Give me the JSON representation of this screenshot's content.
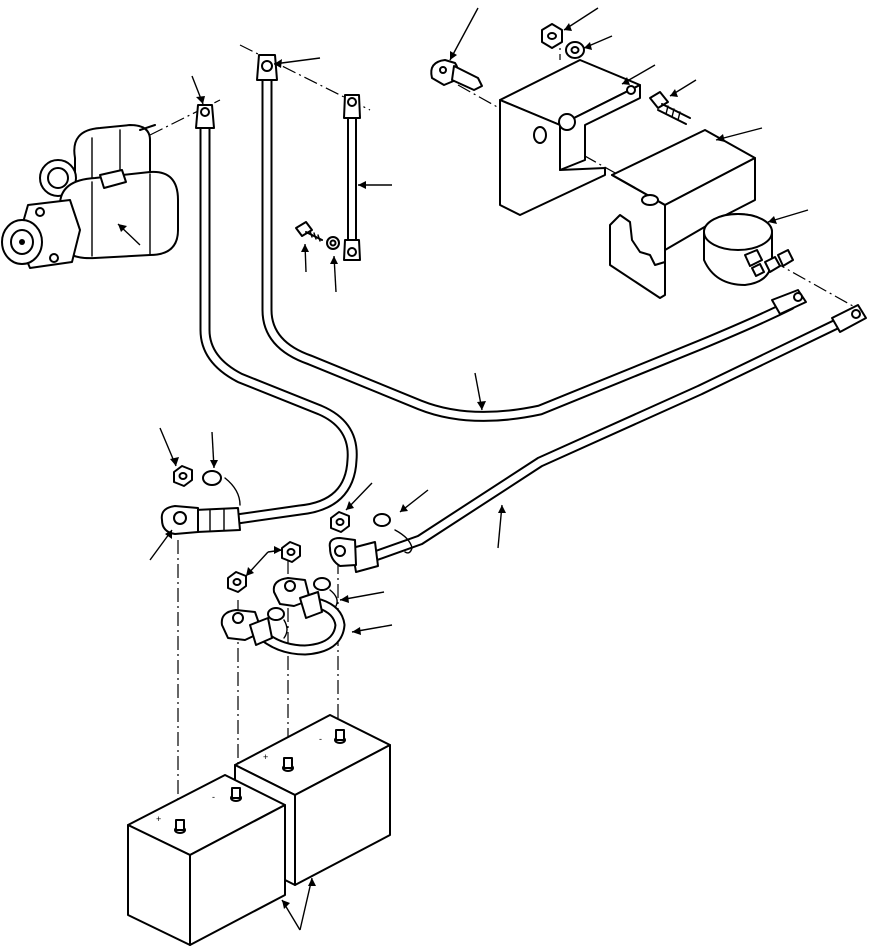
{
  "figure": {
    "type": "exploded-parts-diagram",
    "battery_terminal_markings": {
      "positive": "+",
      "negative": "-"
    },
    "components": [
      "starter-motor",
      "starter-cable",
      "ground-cable",
      "ground-strap",
      "mounting-screw",
      "lock-washer",
      "key",
      "nut",
      "flat-washer",
      "mounting-bracket",
      "bolt",
      "switch-cover",
      "battery-disconnect-switch",
      "battery-cable-positive",
      "battery-cable-negative",
      "terminal-nut",
      "terminal-clamp",
      "terminal-boot",
      "jumper-cable",
      "battery"
    ],
    "colors": {
      "line": "#000000",
      "background": "#ffffff"
    }
  }
}
